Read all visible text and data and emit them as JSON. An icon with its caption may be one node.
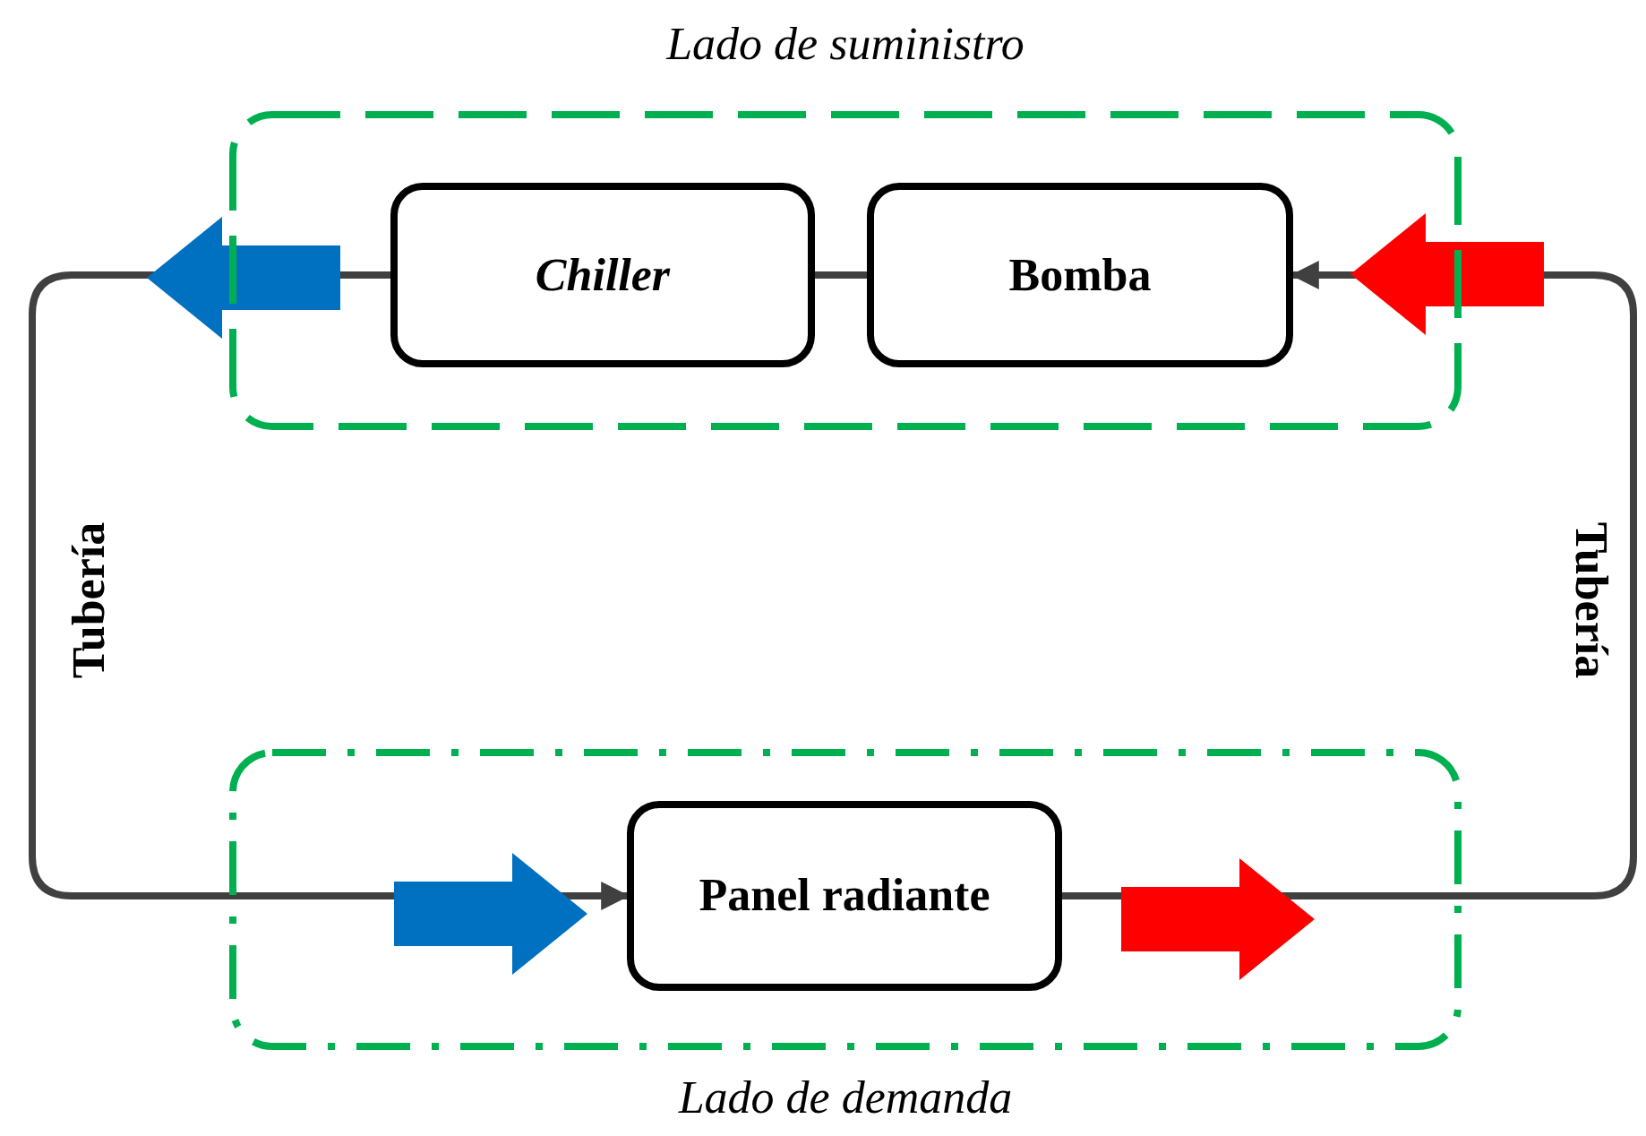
{
  "diagram": {
    "nodes": [
      {
        "text": [
          "Lado de suministro"
        ]
      },
      {
        "text": [
          "Chiller"
        ],
        "in": 0
      },
      {
        "text": [
          "Bomba"
        ],
        "in": 0
      },
      {
        "text": [
          "Lado de demanda"
        ]
      },
      {
        "text": [
          "Panel radiante"
        ],
        "in": 3
      }
    ],
    "edges": [
      {
        "from": 2,
        "to": 1,
        "arrow": "none"
      },
      {
        "from": 1,
        "to": 4,
        "arrow": "to",
        "label": "Tubería"
      },
      {
        "from": 4,
        "to": 2,
        "arrow": "to",
        "label": "Tubería"
      }
    ]
  }
}
